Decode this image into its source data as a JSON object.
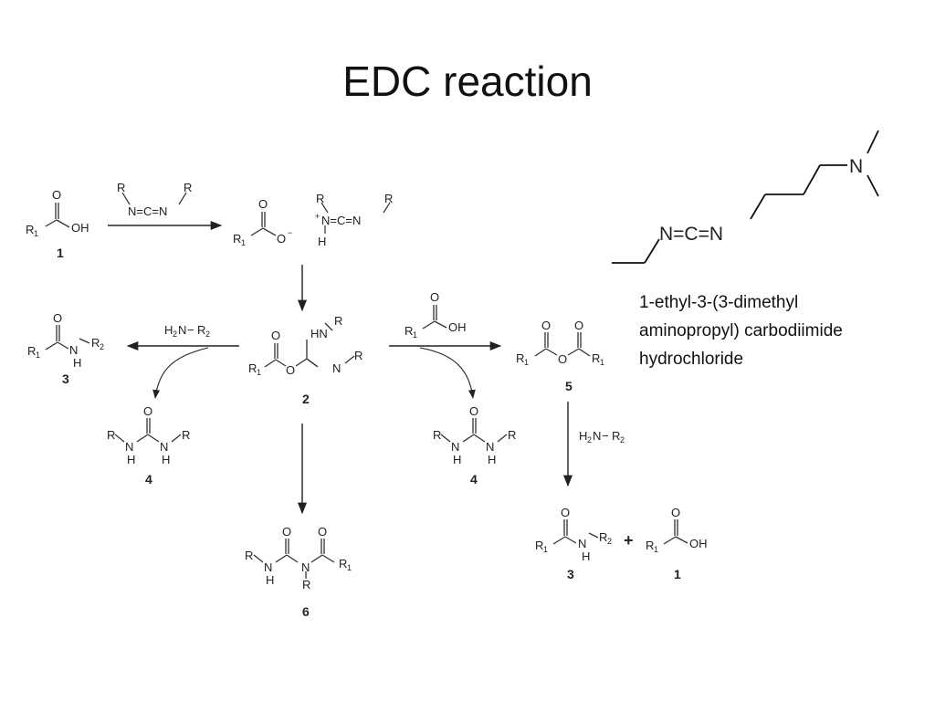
{
  "title": "EDC reaction",
  "edc_name_lines": [
    "1-ethyl-3-(3-dimethyl",
    "aminopropyl) carbodiimide",
    "hydrochloride"
  ],
  "labels": {
    "R": "R",
    "R1": "R",
    "sub1": "1",
    "sub2": "2",
    "OH": "OH",
    "O": "O",
    "N": "N",
    "H": "H",
    "HN": "HN",
    "C": "C",
    "H2N": "H",
    "minus": "−",
    "plus": "+",
    "carbodiimide": "N=C=N",
    "protonated_carbodiimide": "N=C=N",
    "edc_chain": "N=C=N",
    "edc_amine": "N",
    "dash": "−"
  },
  "compounds": {
    "c1": "1",
    "c2": "2",
    "c3": "3",
    "c4": "4",
    "c5": "5",
    "c6": "6"
  }
}
